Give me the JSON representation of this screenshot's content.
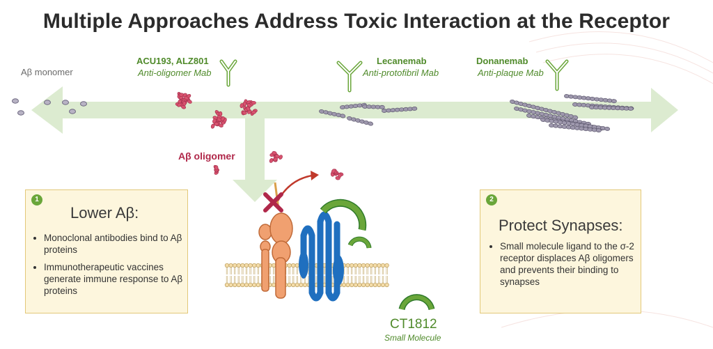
{
  "title": "Multiple Approaches Address Toxic Interaction at the Receptor",
  "labels": {
    "monomer": "Aβ monomer",
    "oligomer": "Aβ oligomer",
    "acu_name": "ACU193, ALZ801",
    "acu_type": "Anti-oligomer Mab",
    "lec_name": "Lecanemab",
    "lec_type": "Anti-protofibril Mab",
    "don_name": "Donanemab",
    "don_type": "Anti-plaque Mab"
  },
  "box_left": {
    "number": "1",
    "title": "Lower Aβ:",
    "bullets": [
      "Monoclonal antibodies bind to Aβ proteins",
      "Immunotherapeutic vaccines generate immune response to Aβ proteins"
    ]
  },
  "box_right": {
    "number": "2",
    "title": "Protect Synapses:",
    "bullets": [
      "Small molecule ligand to the σ-2 receptor displaces Aβ oligomers and prevents their binding to synapses"
    ]
  },
  "ct1812": {
    "name": "CT1812",
    "subtitle": "Small Molecule"
  },
  "colors": {
    "arrow": "#dcebd0",
    "antibody": "#6aa63a",
    "oligomer": "#d9536f",
    "fibril": "#9e98ad",
    "receptor_orange": "#f0a070",
    "receptor_blue": "#1f6fbf",
    "box_fill": "#fdf6dd",
    "box_border": "#e2c878",
    "block_x": "#b0284a"
  }
}
